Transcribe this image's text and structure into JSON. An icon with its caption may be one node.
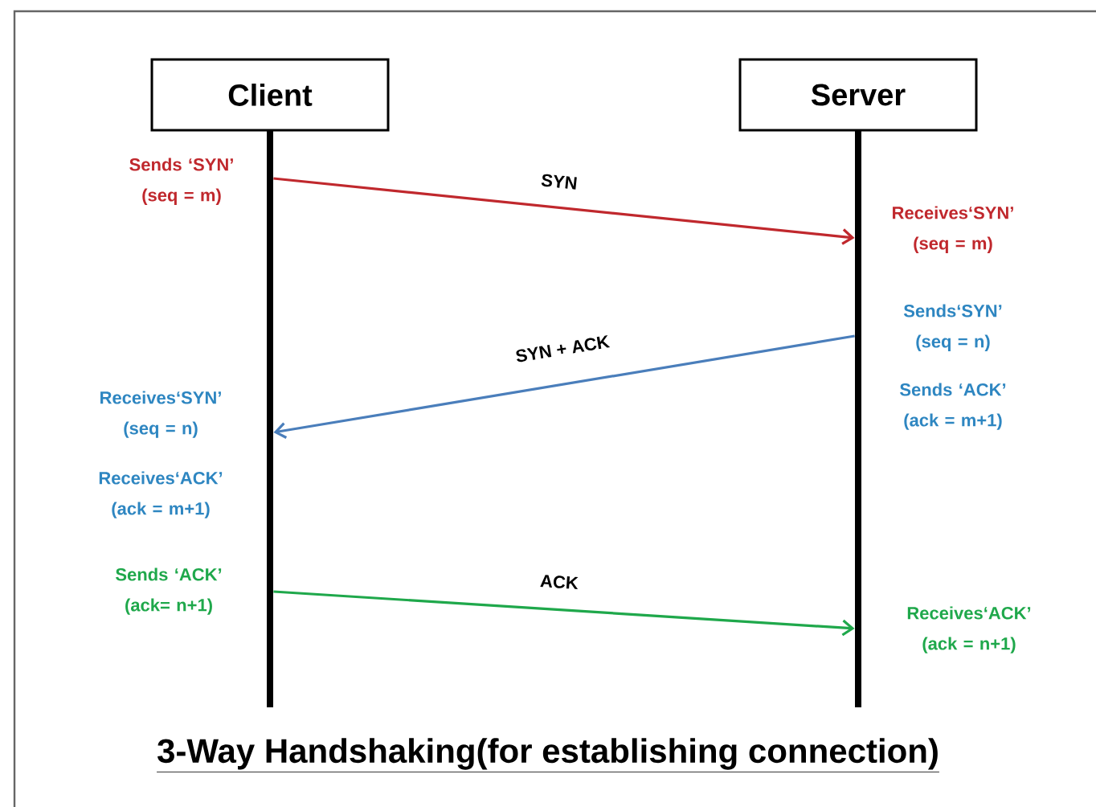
{
  "diagram": {
    "title": "3-Way Handshaking(for establishing connection)",
    "nodes": [
      {
        "text": [
          "Client"
        ]
      },
      {
        "text": [
          "Server"
        ]
      },
      {
        "text": [],
        "shape": "bar"
      },
      {
        "text": [],
        "shape": "bar"
      }
    ],
    "edges": [
      {
        "from": 2,
        "to": 3,
        "arrow": "to",
        "label": "SYN",
        "color": "#c0282d"
      },
      {
        "from": 3,
        "to": 2,
        "arrow": "to",
        "label": "SYN + ACK",
        "color": "#4a7ebb"
      },
      {
        "from": 2,
        "to": 3,
        "arrow": "to",
        "label": "ACK",
        "color": "#1fa84b"
      }
    ],
    "labels": [
      "Sends ‘SYN’ (seq = m)",
      "Receives‘SYN’ (seq = m)",
      "Sends‘SYN’ (seq = n)",
      "Sends ‘ACK’ (ack = m+1)",
      "Receives‘SYN’ (seq = n)",
      "Receives‘ACK’ (ack = m+1)",
      "Sends ‘ACK’ (ack= n+1)",
      "Receives‘ACK’ (ack = n+1)"
    ]
  }
}
